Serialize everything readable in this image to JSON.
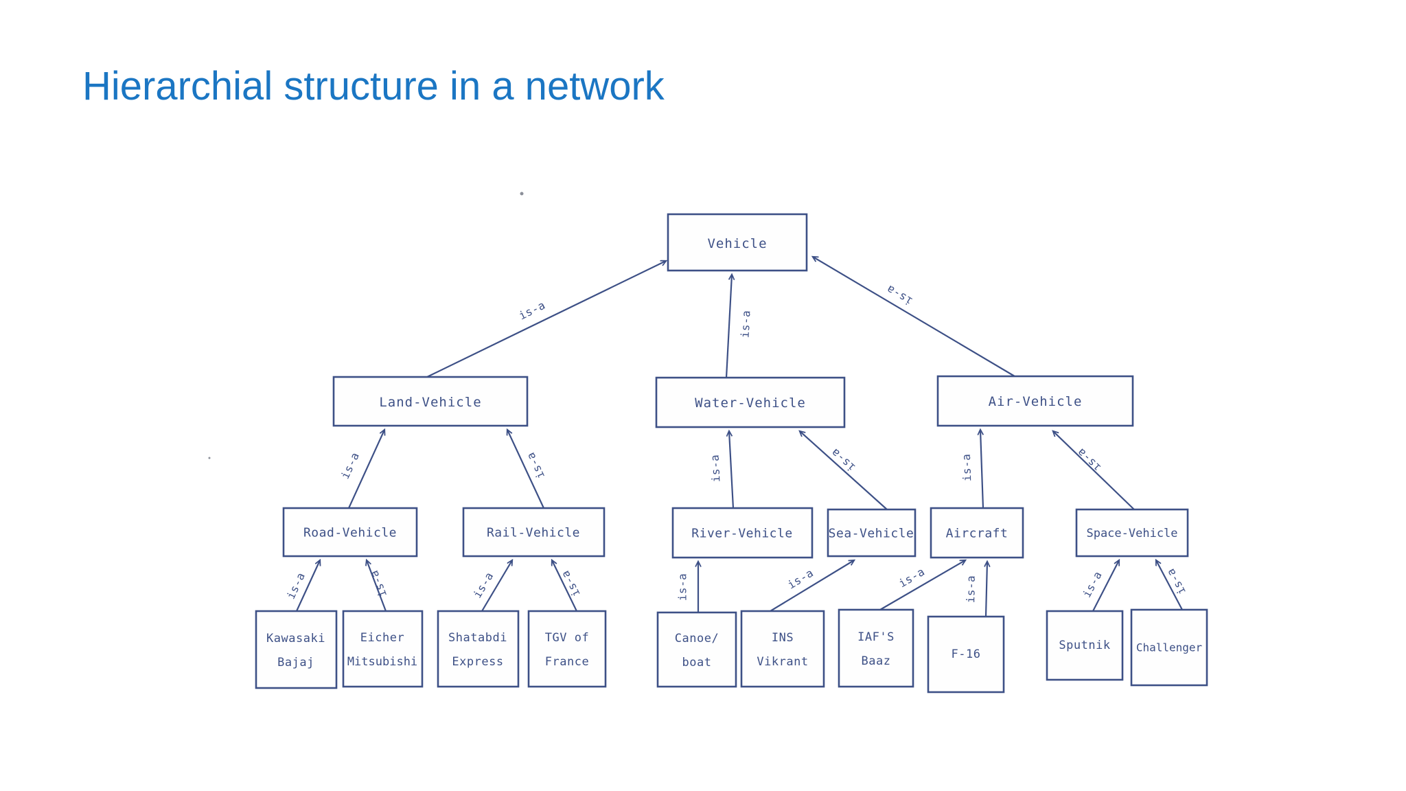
{
  "title": "Hierarchial structure in a network",
  "colors": {
    "title_blue": "#1b76c3",
    "ink_navy": "#3d5086",
    "background": "#ffffff"
  },
  "diagram": {
    "nodes": [
      {
        "id": "vehicle",
        "label": "Vehicle"
      },
      {
        "id": "land-vehicle",
        "label": "Land-Vehicle"
      },
      {
        "id": "water-vehicle",
        "label": "Water-Vehicle"
      },
      {
        "id": "air-vehicle",
        "label": "Air-Vehicle"
      },
      {
        "id": "road-vehicle",
        "label": "Road-Vehicle"
      },
      {
        "id": "rail-vehicle",
        "label": "Rail-Vehicle"
      },
      {
        "id": "river-vehicle",
        "label": "River-Vehicle"
      },
      {
        "id": "sea-vehicle",
        "label": "Sea-Vehicle"
      },
      {
        "id": "aircraft",
        "label": "Aircraft"
      },
      {
        "id": "space-vehicle",
        "label": "Space-Vehicle"
      },
      {
        "id": "kawasaki-bajaj",
        "label": "Kawasaki",
        "label2": "Bajaj"
      },
      {
        "id": "eicher-mitsubishi",
        "label": "Eicher",
        "label2": "Mitsubishi"
      },
      {
        "id": "shatabdi-express",
        "label": "Shatabdi",
        "label2": "Express"
      },
      {
        "id": "tgv-of-france",
        "label": "TGV of",
        "label2": "France"
      },
      {
        "id": "canoe-boat",
        "label": "Canoe/",
        "label2": "boat"
      },
      {
        "id": "ins-vikrant",
        "label": "INS",
        "label2": "Vikrant"
      },
      {
        "id": "iafs-baaz",
        "label": "IAF'S",
        "label2": "Baaz"
      },
      {
        "id": "f-16",
        "label": "F-16"
      },
      {
        "id": "sputnik",
        "label": "Sputnik"
      },
      {
        "id": "challenger",
        "label": "Challenger"
      }
    ],
    "edges": [
      {
        "from": "Land-Vehicle",
        "to": "Vehicle",
        "label": "is-a"
      },
      {
        "from": "Water-Vehicle",
        "to": "Vehicle",
        "label": "is-a"
      },
      {
        "from": "Air-Vehicle",
        "to": "Vehicle",
        "label": "is-a"
      },
      {
        "from": "Road-Vehicle",
        "to": "Land-Vehicle",
        "label": "is-a"
      },
      {
        "from": "Rail-Vehicle",
        "to": "Land-Vehicle",
        "label": "is-a"
      },
      {
        "from": "River-Vehicle",
        "to": "Water-Vehicle",
        "label": "is-a"
      },
      {
        "from": "Sea-Vehicle",
        "to": "Water-Vehicle",
        "label": "is-a"
      },
      {
        "from": "Aircraft",
        "to": "Air-Vehicle",
        "label": "is-a"
      },
      {
        "from": "Space-Vehicle",
        "to": "Air-Vehicle",
        "label": "is-a"
      },
      {
        "from": "Kawasaki Bajaj",
        "to": "Road-Vehicle",
        "label": "is-a"
      },
      {
        "from": "Eicher Mitsubishi",
        "to": "Road-Vehicle",
        "label": "is-a"
      },
      {
        "from": "Shatabdi Express",
        "to": "Rail-Vehicle",
        "label": "is-a"
      },
      {
        "from": "TGV of France",
        "to": "Rail-Vehicle",
        "label": "is-a"
      },
      {
        "from": "Canoe/boat",
        "to": "River-Vehicle",
        "label": "is-a"
      },
      {
        "from": "INS Vikrant",
        "to": "Sea-Vehicle",
        "label": "is-a"
      },
      {
        "from": "IAF'S Baaz",
        "to": "Aircraft",
        "label": "is-a"
      },
      {
        "from": "F-16",
        "to": "Aircraft",
        "label": "is-a"
      },
      {
        "from": "Sputnik",
        "to": "Space-Vehicle",
        "label": "is-a"
      },
      {
        "from": "Challenger",
        "to": "Space-Vehicle",
        "label": "is-a"
      }
    ]
  }
}
